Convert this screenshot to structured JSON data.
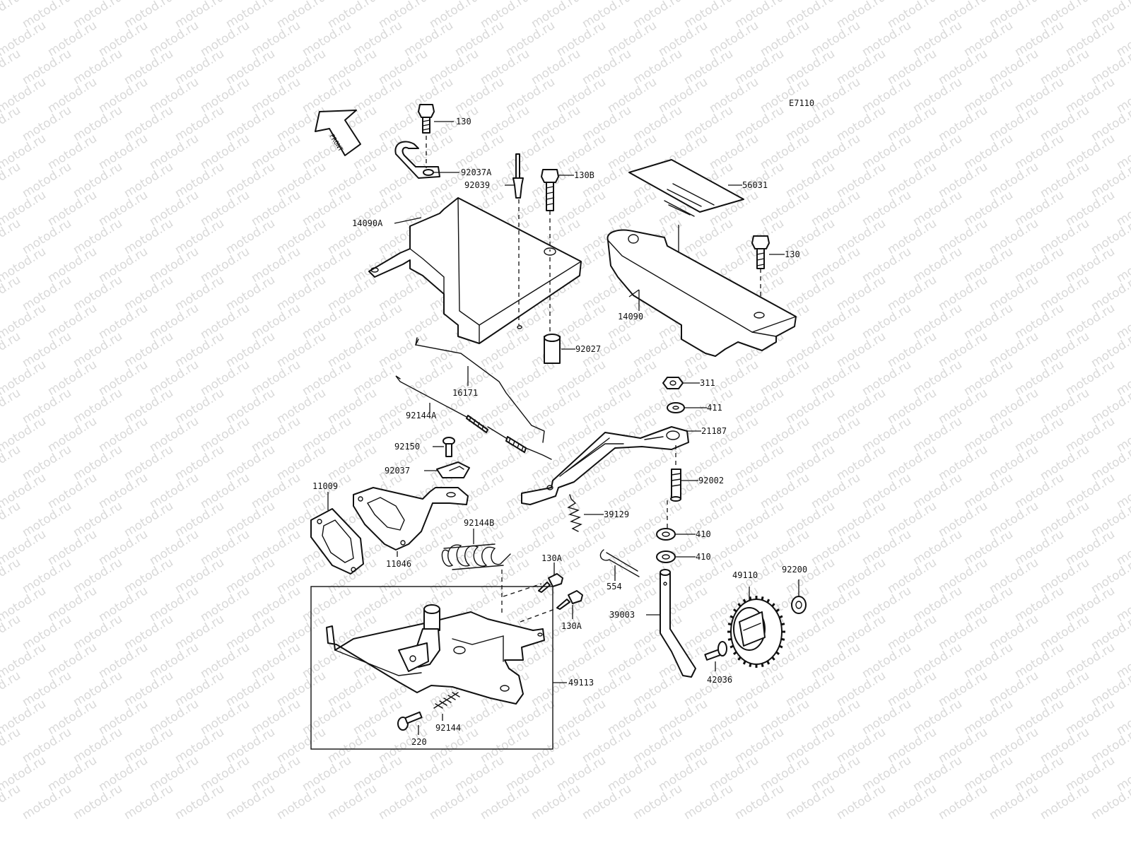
{
  "watermark": "motod.ru",
  "diagram_code": "E7110",
  "front_arrow_label": "FRONT",
  "callouts": {
    "c130_top": "130",
    "c92037A": "92037A",
    "c92039": "92039",
    "c130B": "130B",
    "c14090A": "14090A",
    "c56031": "56031",
    "c130_right": "130",
    "c14090": "14090",
    "c92027": "92027",
    "c16171": "16171",
    "c92144A": "92144A",
    "c311": "311",
    "c411": "411",
    "c21187": "21187",
    "c92150": "92150",
    "c92037": "92037",
    "c92002": "92002",
    "c11009": "11009",
    "c39129": "39129",
    "c92144B": "92144B",
    "c410a": "410",
    "c410b": "410",
    "c11046": "11046",
    "c130A_a": "130A",
    "c130A_b": "130A",
    "c554": "554",
    "c49110": "49110",
    "c92200": "92200",
    "c39003": "39003",
    "c49113": "49113",
    "c42036": "42036",
    "c92144": "92144",
    "c220": "220"
  },
  "colors": {
    "ink": "#111111",
    "paper": "#ffffff",
    "watermark": "#d9d9d9"
  }
}
